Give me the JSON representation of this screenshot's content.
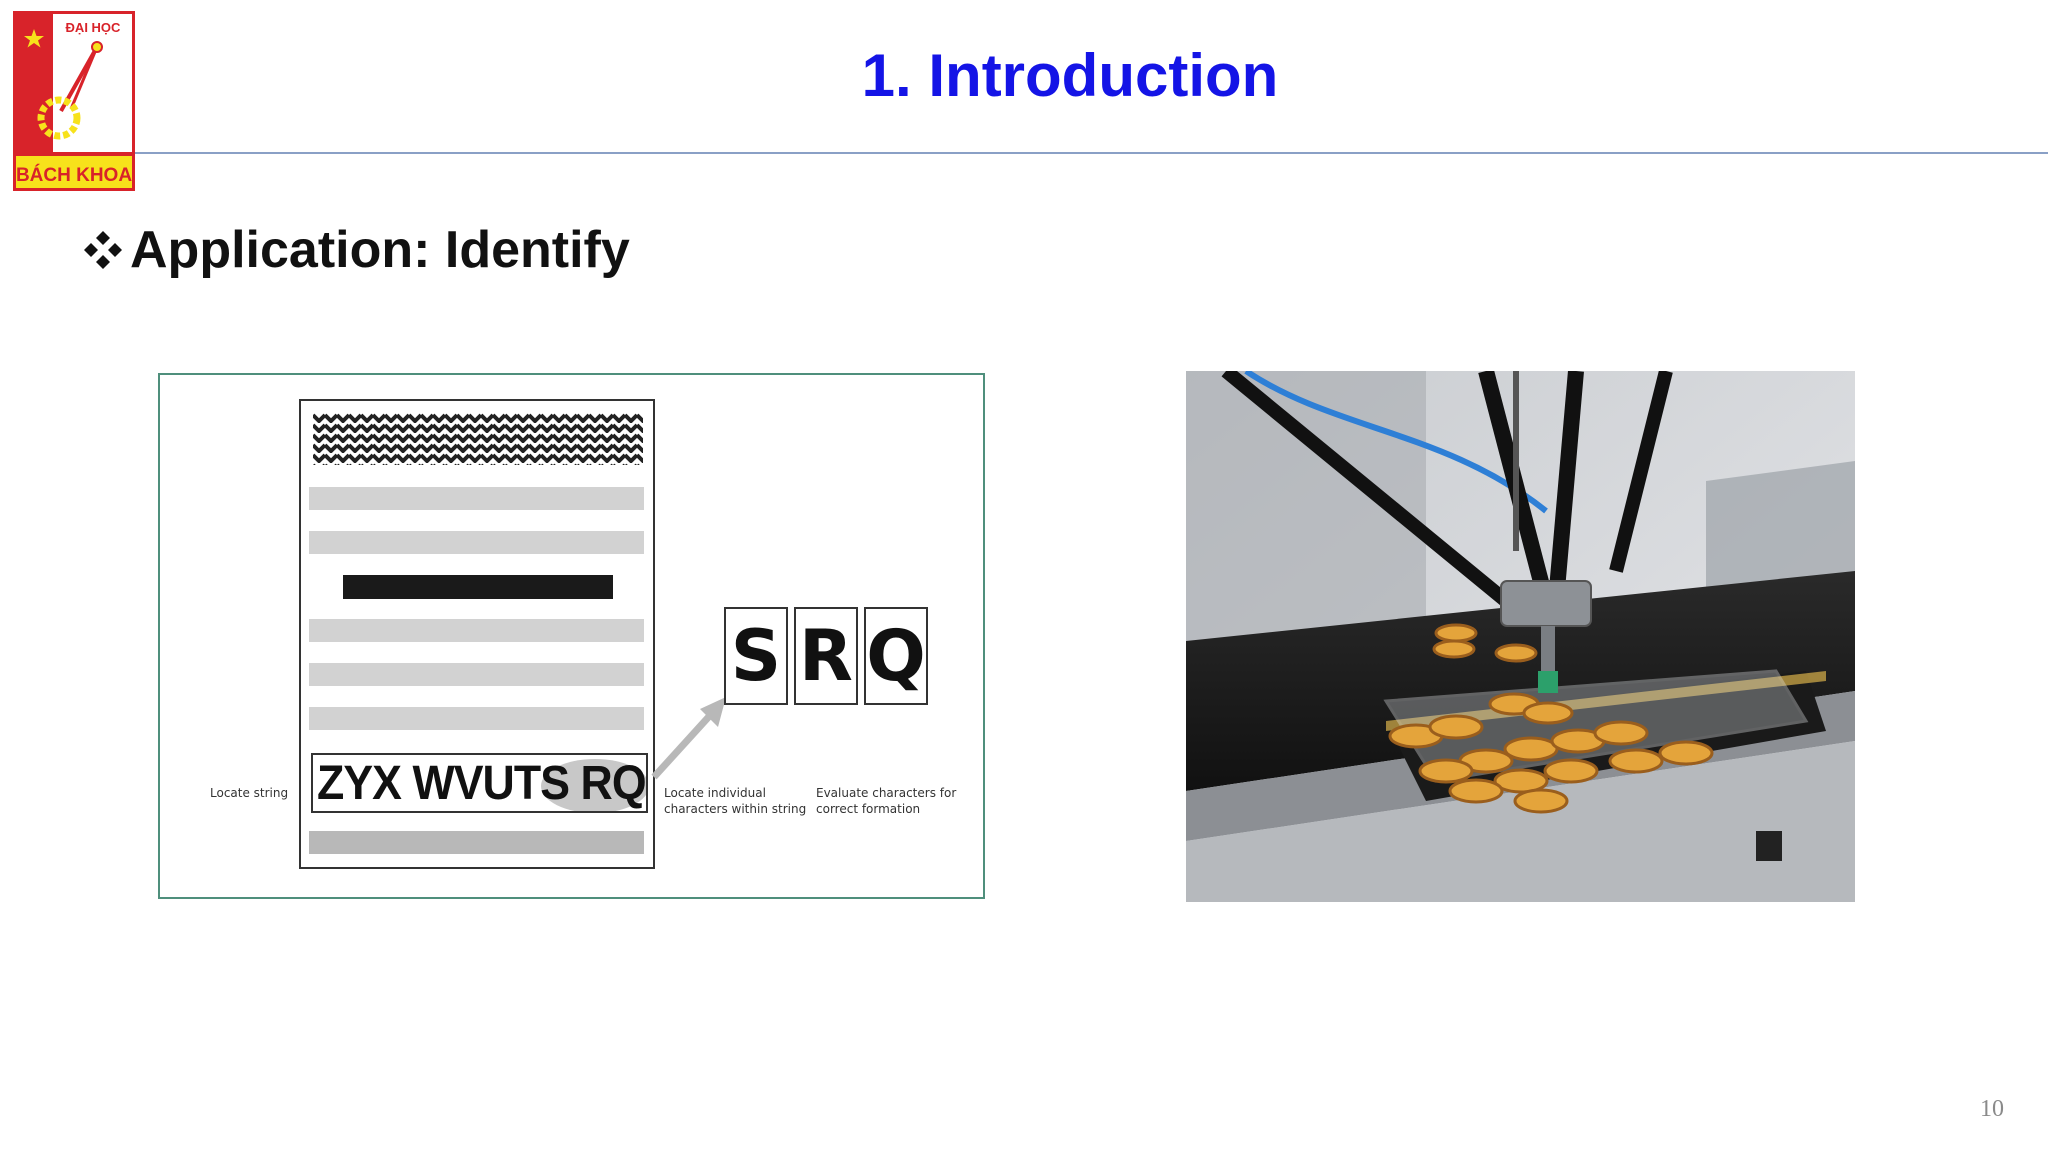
{
  "slide": {
    "title": "1. Introduction",
    "heading": "Application: Identify",
    "page_number": "10"
  },
  "logo": {
    "top_text": "ĐẠI HỌC",
    "bottom_text": "BÁCH KHOA",
    "colors": {
      "red": "#d8232a",
      "yellow": "#f7e21b",
      "star": "#f7e21b"
    }
  },
  "ocr_figure": {
    "ocr_string": "ZYX WVUTS RQ",
    "characters": [
      "S",
      "R",
      "Q"
    ],
    "caption_locate_string": "Locate string",
    "caption_locate_chars": [
      "Locate individual",
      "characters within string"
    ],
    "caption_evaluate": [
      "Evaluate characters for",
      "correct formation"
    ]
  },
  "photo": {
    "subject": "delta-robot-picking-cookies"
  },
  "colors": {
    "title": "#1414e6",
    "rule": "#8aa0c6",
    "figure_border": "#4f8f7c"
  }
}
